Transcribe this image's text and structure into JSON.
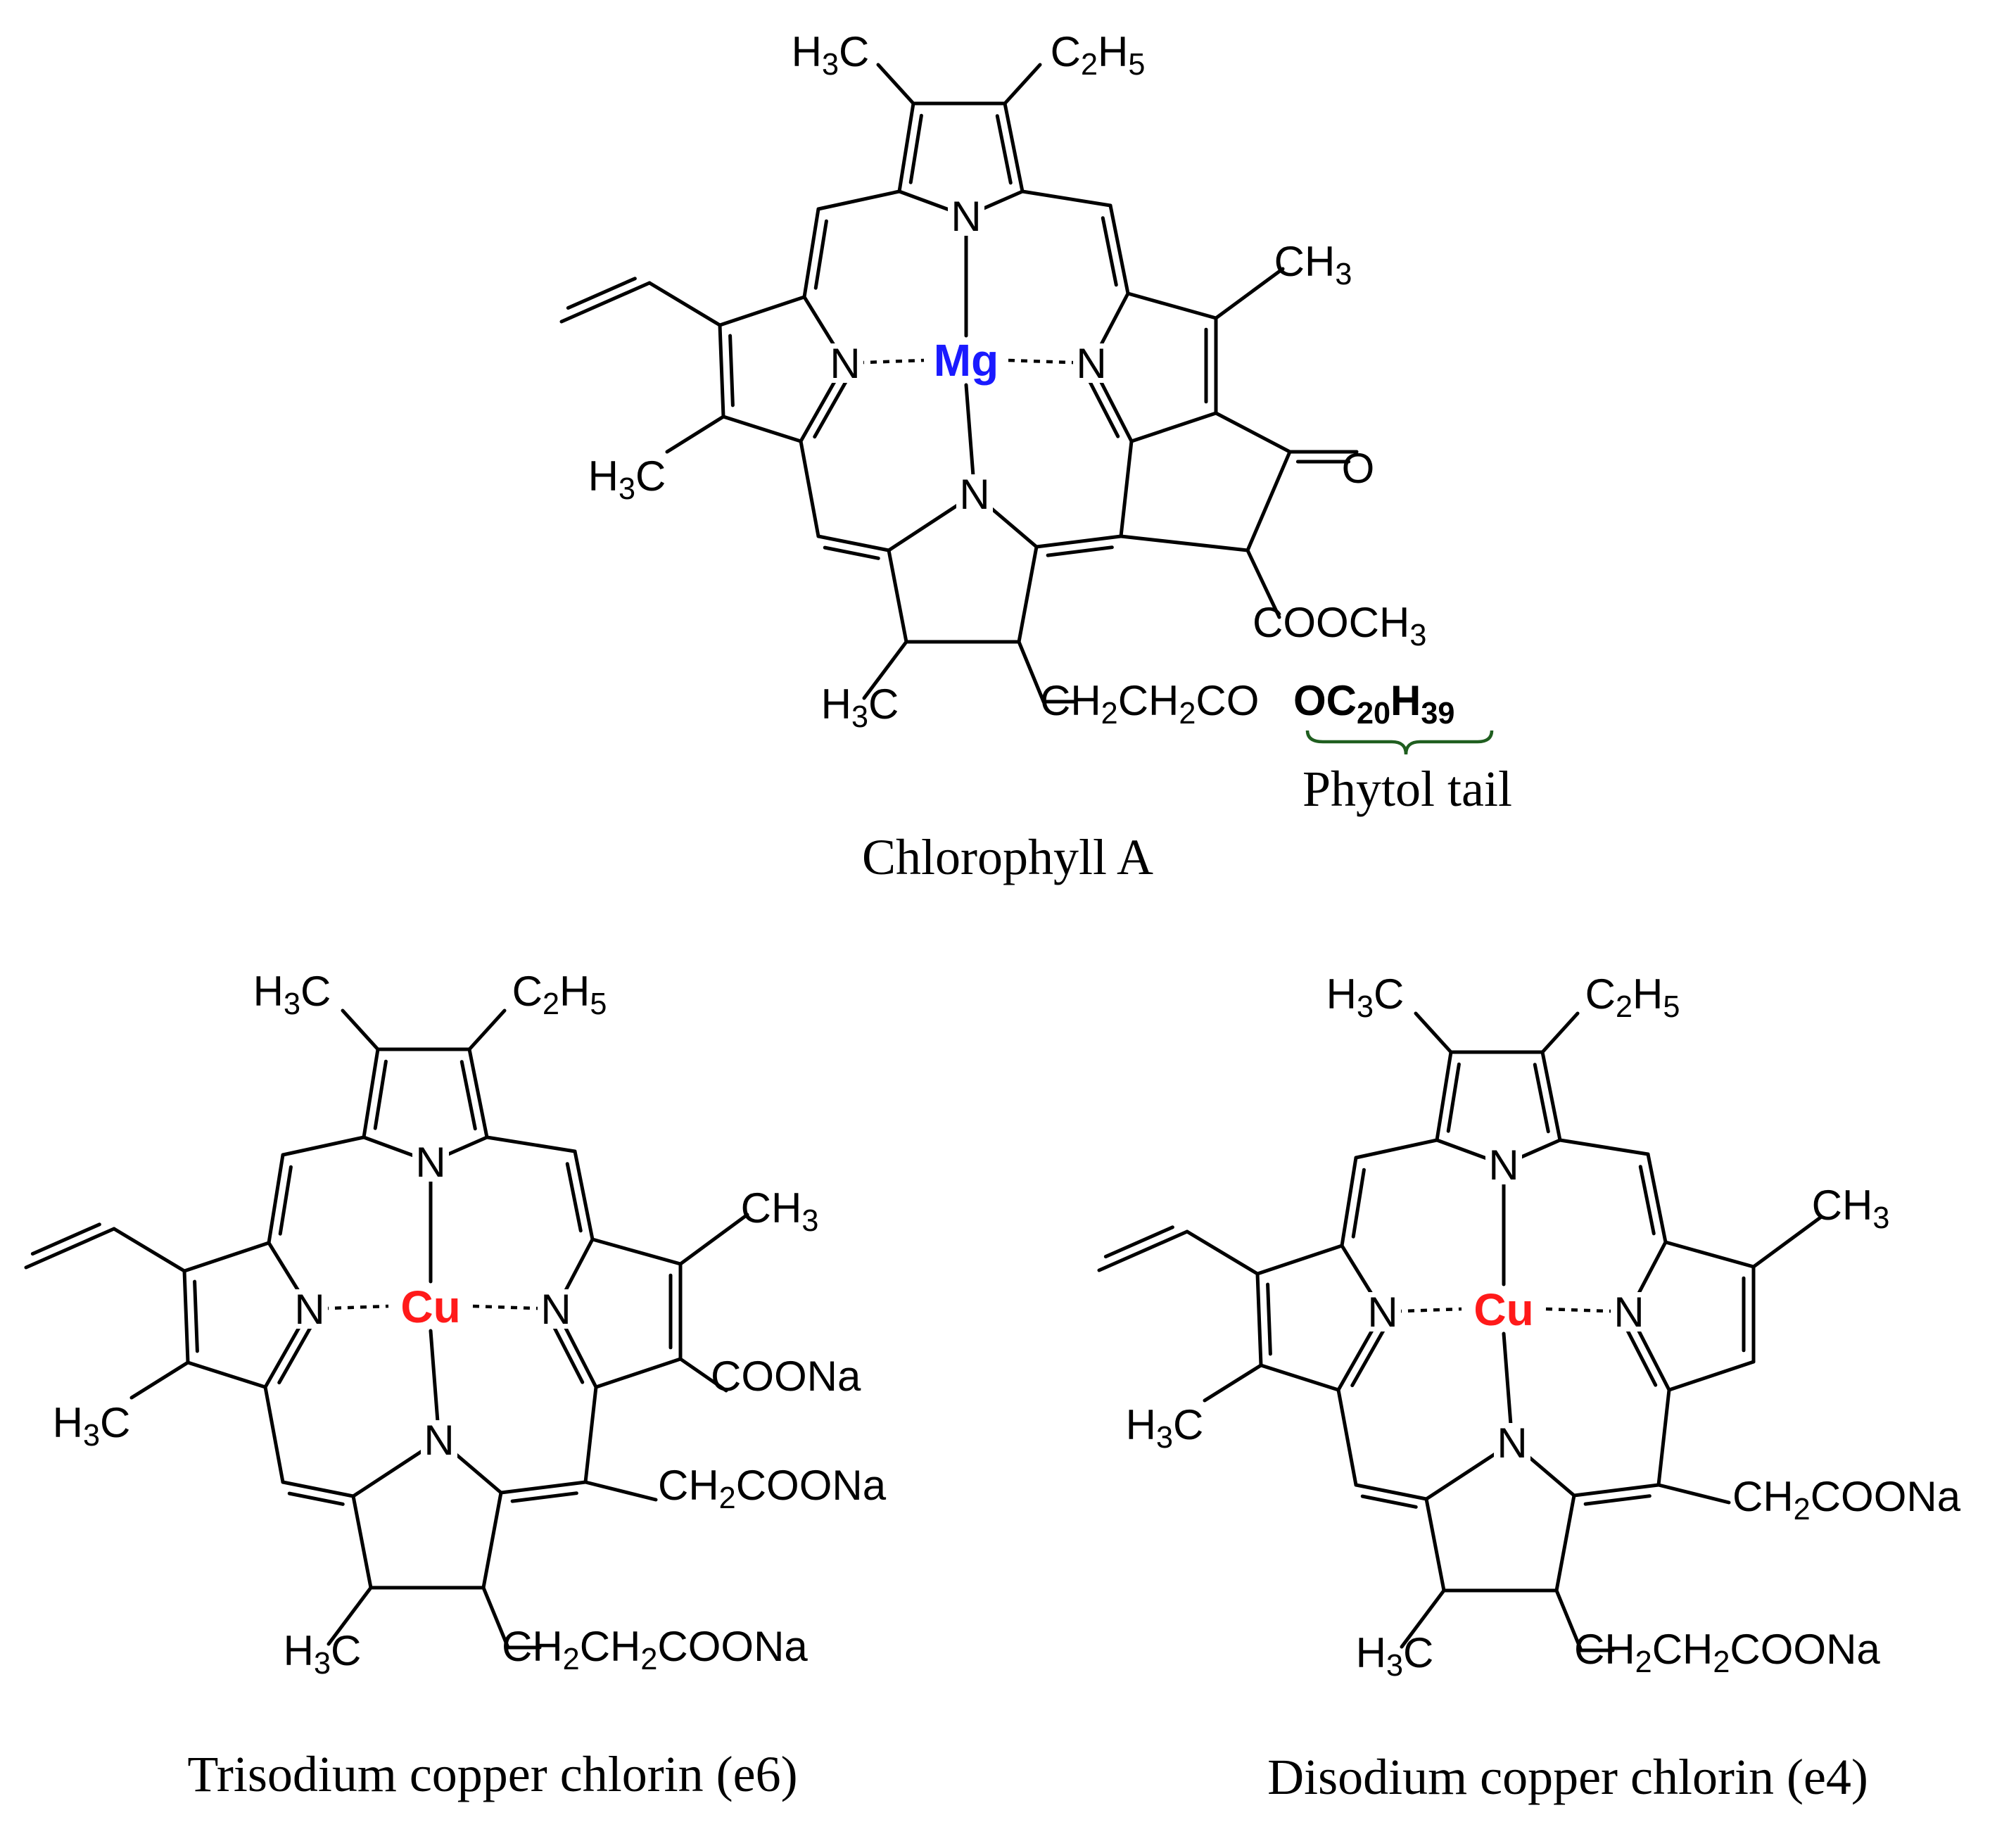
{
  "molecules": {
    "chlorophyll_a": {
      "caption": "Chlorophyll A",
      "metal": "Mg",
      "metal_color": "#1a1aff",
      "labels": {
        "me_top": "H3C",
        "et_top": "C2H5",
        "me_right": "CH3",
        "me_left": "H3C",
        "me_bottom": "H3C",
        "ketone": "O",
        "ester": "COOCH3",
        "chain": "CH2CH2CO",
        "phytol_group": "OC20H39",
        "phytol_caption": "Phytol tail"
      },
      "phytol_color": "#1f7a1f"
    },
    "trisodium": {
      "caption": "Trisodium copper chlorin (e6)",
      "metal": "Cu",
      "metal_color": "#ff1a1a",
      "labels": {
        "me_top": "H3C",
        "et_top": "C2H5",
        "me_right": "CH3",
        "me_left": "H3C",
        "me_bottom": "H3C",
        "sub1": "COONa",
        "sub2": "CH2COONa",
        "chain": "CH2CH2COONa"
      }
    },
    "disodium": {
      "caption": "Disodium copper chlorin (e4)",
      "metal": "Cu",
      "metal_color": "#ff1a1a",
      "labels": {
        "me_top": "H3C",
        "et_top": "C2H5",
        "me_right": "CH3",
        "me_left": "H3C",
        "me_bottom": "H3C",
        "sub2": "CH2COONa",
        "chain": "CH2CH2COONa"
      }
    }
  },
  "atom_label": "N"
}
